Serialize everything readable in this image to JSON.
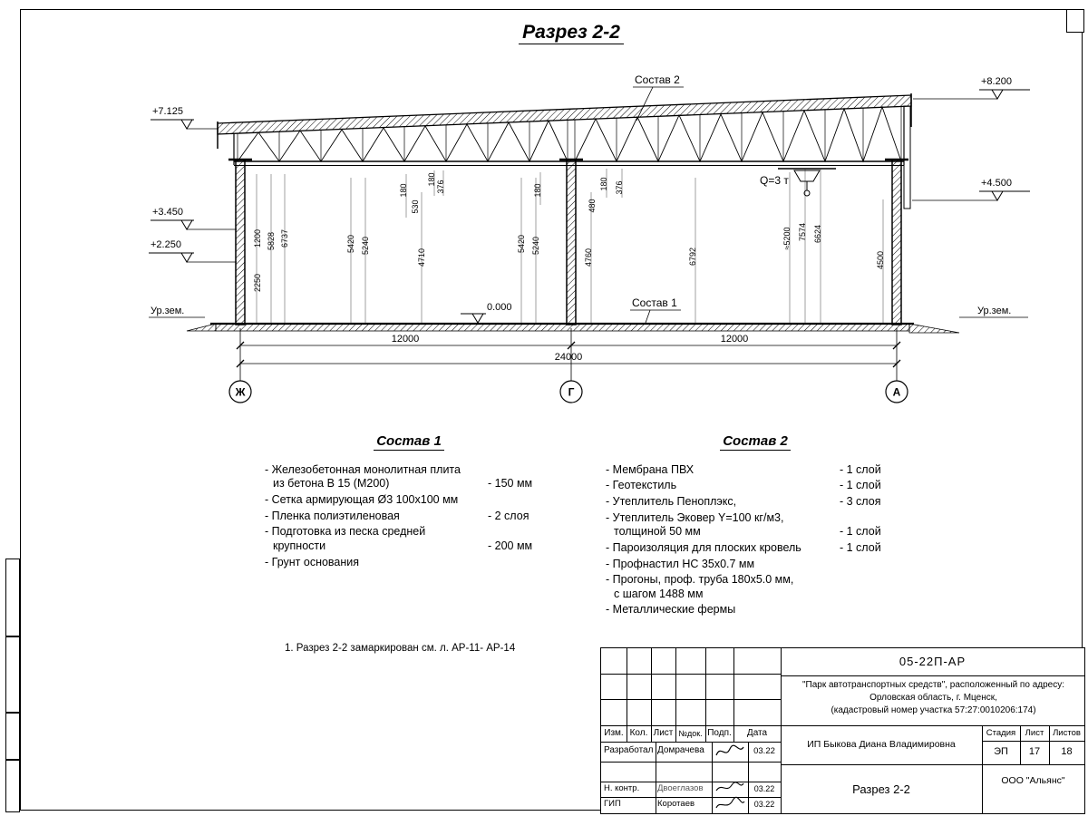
{
  "sheet": {
    "title": "Разрез 2-2",
    "note": "1. Разрез 2-2 замаркирован см. л. АР-11- АР-14"
  },
  "drawing": {
    "elev": [
      "+7.125",
      "+3.450",
      "+2.250",
      "+8.200",
      "+4.500"
    ],
    "zero": "0.000",
    "ground_left": "Ур.зем.",
    "ground_right": "Ур.зем.",
    "sostav1_ref": "Состав 1",
    "sostav2_ref": "Состав 2",
    "crane_capacity": "Q=3 т",
    "axes": [
      "Ж",
      "Г",
      "А"
    ],
    "span_dims": [
      "12000",
      "12000"
    ],
    "total_dim": "24000",
    "vdims": [
      "1200",
      "5828",
      "6737",
      "2250",
      "5420",
      "5240",
      "180",
      "530",
      "180",
      "376",
      "4710",
      "180",
      "5420",
      "5240",
      "480",
      "180",
      "376",
      "4760",
      "6792",
      "≈5200",
      "7574",
      "6624",
      "4500"
    ]
  },
  "comp1": {
    "heading": "Состав 1",
    "items": [
      {
        "l1": "- Железобетонная  монолитная плита",
        "l2": "из бетона В 15 (М200)",
        "value": "- 150 мм"
      },
      {
        "l1": "- Сетка армирующая Ø3 100х100 мм",
        "value": ""
      },
      {
        "l1": "- Пленка полиэтиленовая",
        "value": "- 2 слоя"
      },
      {
        "l1": "- Подготовка из песка средней",
        "l2": "крупности",
        "value": "- 200 мм"
      },
      {
        "l1": "- Грунт основания",
        "value": ""
      }
    ]
  },
  "comp2": {
    "heading": "Состав 2",
    "items": [
      {
        "l1": "- Мембрана ПВХ",
        "value": "- 1 слой"
      },
      {
        "l1": "- Геотекстиль",
        "value": "- 1 слой"
      },
      {
        "l1": "- Утеплитель Пеноплэкс,",
        "l2": "толщиной 50 мм",
        "value": "- 3 слоя"
      },
      {
        "l1": "- Утеплитель Эковер Y=100 кг/м3,",
        "l2": "толщиной 50 мм",
        "value": "- 1 слой"
      },
      {
        "l1": "- Пароизоляция для плоских кровель",
        "value": "- 1 слой"
      },
      {
        "l1": "- Профнастил НС 35х0.7 мм",
        "value": ""
      },
      {
        "l1": "- Прогоны, проф. труба 180х5.0 мм,",
        "l2": "с шагом 1488 мм",
        "value": ""
      },
      {
        "l1": "- Металлические фермы",
        "value": ""
      }
    ]
  },
  "titleblock": {
    "doc_number": "05-22П-АР",
    "project_line1": "\"Парк автотранспортных средств\",  расположенный по адресу:",
    "project_line2": "Орловская область, г. Мценск,",
    "project_line3": "(кадастровый номер участка 57:27:0010206:174)",
    "header": {
      "izm": "Изм.",
      "kol": "Кол.",
      "list": "Лист",
      "ndok": "№док.",
      "podp": "Подп.",
      "data": "Дата"
    },
    "rows": [
      {
        "role": "Разработал",
        "name": "Домрачева",
        "date": "03.22"
      },
      {
        "role": "Н. контр.",
        "name": "Двоеглазов",
        "date": "03.22"
      },
      {
        "role": "ГИП",
        "name": "Коротаев",
        "date": "03.22"
      }
    ],
    "client": "ИП Быкова Диана Владимировна",
    "stage_label": "Стадия",
    "sheet_label": "Лист",
    "sheets_label": "Листов",
    "stage": "ЭП",
    "sheet": "17",
    "sheets": "18",
    "sheet_title": "Разрез 2-2",
    "company": "ООО \"Альянс\""
  }
}
